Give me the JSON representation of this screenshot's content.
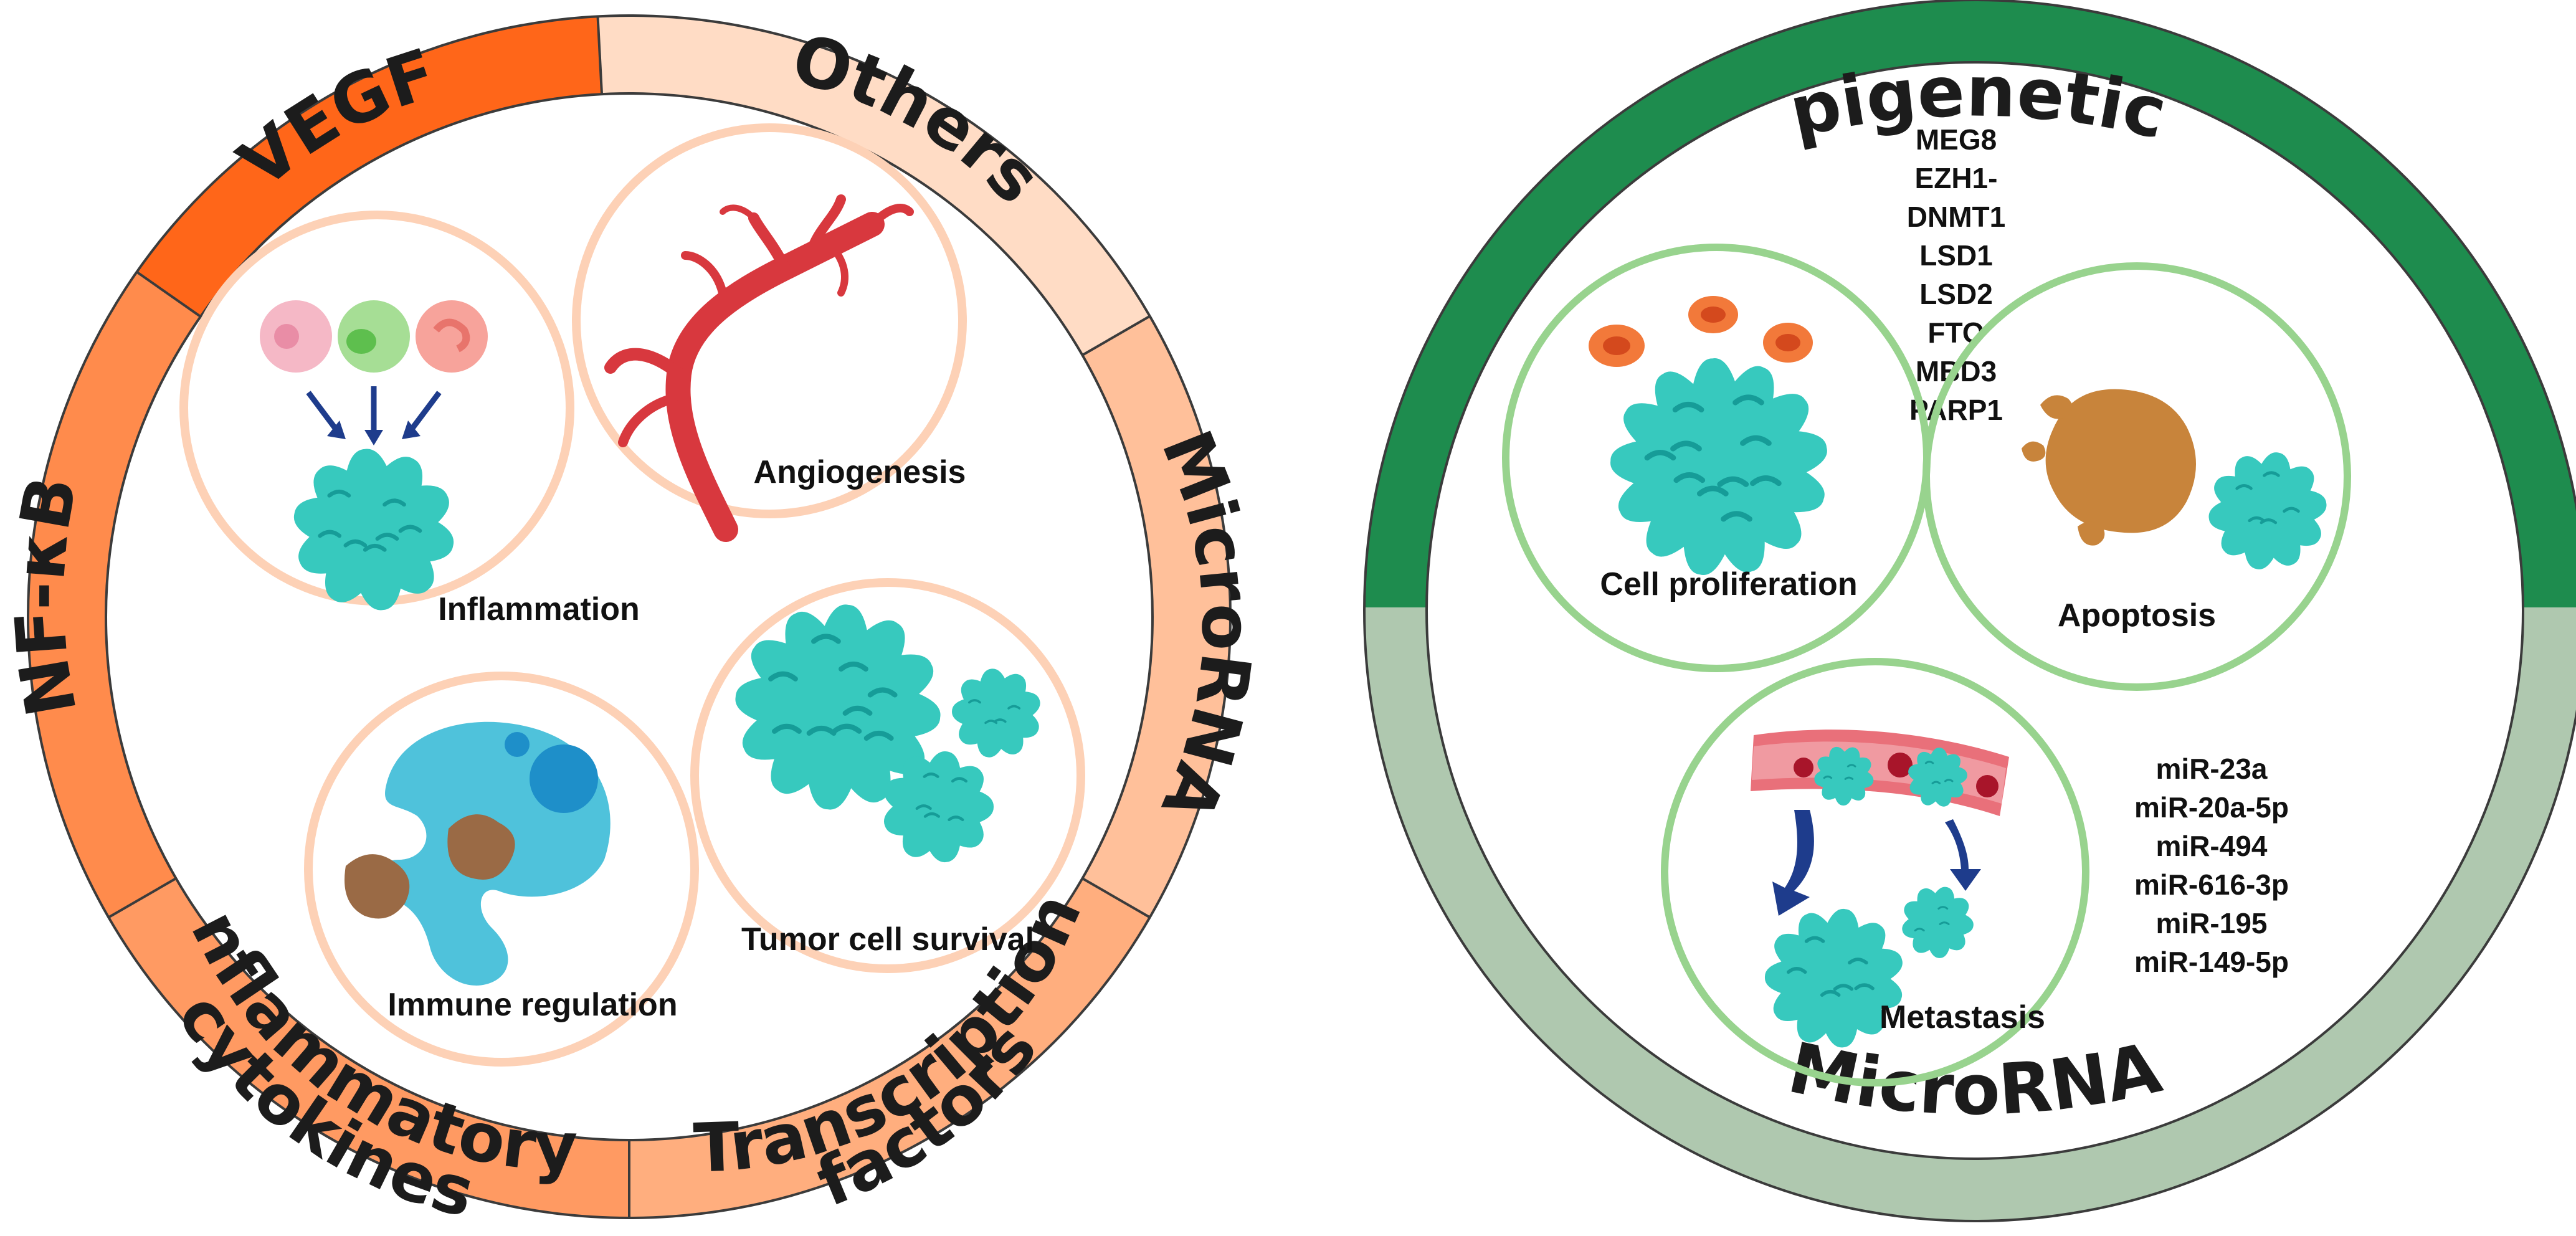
{
  "colors": {
    "vegf": "#FF6619",
    "nfkb": "#FF8B4C",
    "cytokines": "#FF9A62",
    "transcription": "#FFAE7E",
    "microrna_left": "#FFC09A",
    "others": "#FFDCC5",
    "inner_circle_left": "#FDD1B6",
    "epigenetics": "#1E8C4E",
    "microrna_right": "#AFC8AF",
    "inner_circle_right": "#98D38E",
    "cell": "#37C9BE",
    "cell_dark": "#169C98",
    "vessel": "#D8383E",
    "arrow": "#1E3C8C"
  },
  "left_diagram": {
    "ring_labels": {
      "vegf": "VEGF",
      "others": "Others",
      "microrna": "MicroRNA",
      "transcription_line1": "Transcription",
      "transcription_line2": "factors",
      "cytokines_line1": "Inflammatory",
      "cytokines_line2": "cytokines",
      "nfkb": "NF-κB"
    },
    "inner_labels": {
      "inflammation": "Inflammation",
      "angiogenesis": "Angiogenesis",
      "immune_regulation": "Immune regulation",
      "tumor_cell_survival": "Tumor cell survival"
    }
  },
  "right_diagram": {
    "ring_labels": {
      "epigenetics": "Epigenetics",
      "microrna": "MicroRNA"
    },
    "inner_labels": {
      "cell_proliferation": "Cell proliferation",
      "apoptosis": "Apoptosis",
      "metastasis": "Metastasis"
    },
    "epigenetic_list": [
      "MEG8",
      "EZH1-",
      "DNMT1",
      "LSD1",
      "LSD2",
      "FTO",
      "MBD3",
      "PARP1"
    ],
    "microrna_list": [
      "miR-23a",
      "miR-20a-5p",
      "miR-494",
      "miR-616-3p",
      "miR-195",
      "miR-149-5p"
    ]
  }
}
